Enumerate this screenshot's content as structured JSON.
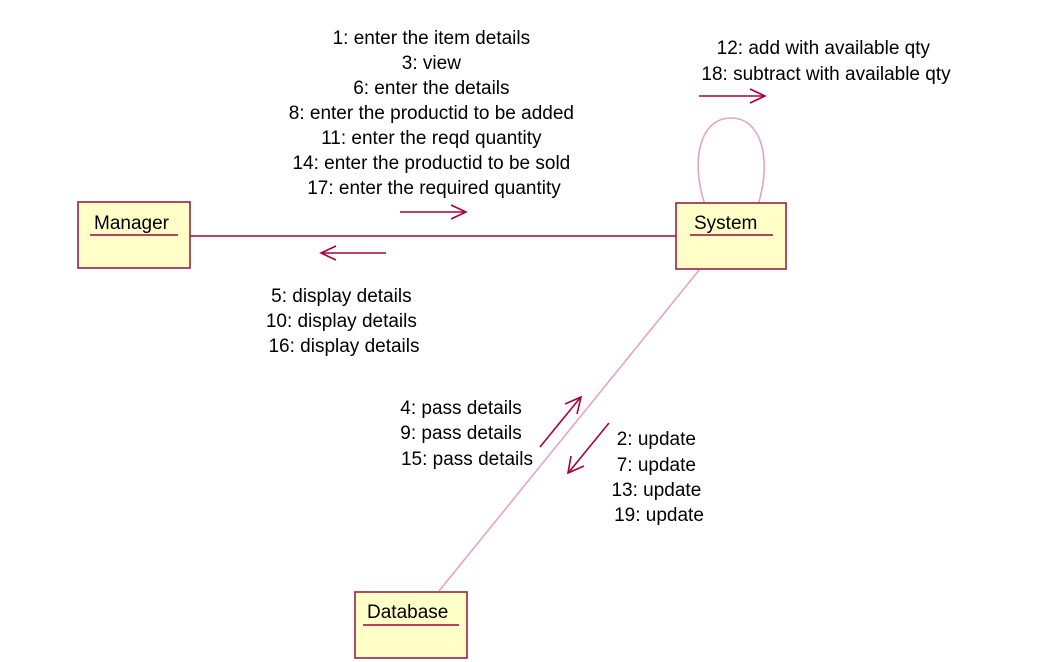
{
  "colors": {
    "line": "#a8003c",
    "link_light": "#e2a7bb",
    "object_fill": "#ffffc8",
    "object_border": "#9b1f48",
    "text": "#000000",
    "background": "#ffffff"
  },
  "objects": {
    "manager": "Manager",
    "system": "System",
    "database": "Database"
  },
  "messages": {
    "manager_to_system": [
      "1: enter the item details",
      "3: view",
      "6: enter the details",
      "8: enter the productid to be added",
      "11: enter the reqd quantity",
      "14: enter the productid to be sold",
      "17: enter the required quantity"
    ],
    "system_to_manager": [
      "5: display details",
      "10: display details",
      "16: display details"
    ],
    "system_self": [
      "12: add with available qty",
      "18: subtract with available qty"
    ],
    "database_to_system": [
      "4: pass details",
      "9: pass details",
      "15: pass details"
    ],
    "system_to_database": [
      "2: update",
      "7: update",
      "13: update",
      "19: update"
    ]
  }
}
